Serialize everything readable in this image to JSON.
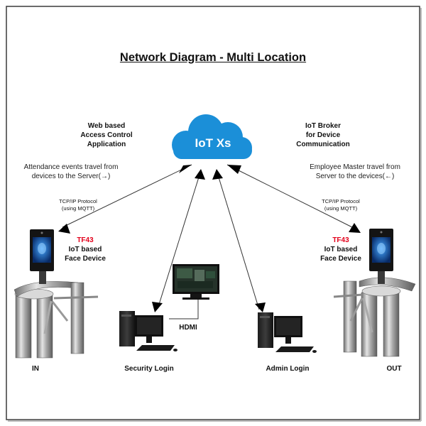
{
  "title": "Network Diagram - Multi Location",
  "cloud": {
    "label": "IoT Xs",
    "color": "#1b8fd8"
  },
  "web_app": {
    "line1": "Web based",
    "line2": "Access Control",
    "line3": "Application"
  },
  "broker": {
    "line1": "IoT Broker",
    "line2": "for Device",
    "line3": "Communication"
  },
  "events_note": {
    "line1": "Attendance events travel from",
    "line2": "devices to the Server(→)"
  },
  "master_note": {
    "line1": "Employee Master travel from",
    "line2": "Server to the devices(←)"
  },
  "protocol_left": {
    "line1": "TCP/IP Protocol",
    "line2": "(using MQTT)"
  },
  "protocol_right": {
    "line1": "TCP/IP Protocol",
    "line2": "(using MQTT)"
  },
  "device_left": {
    "model": "TF43",
    "line1": "IoT based",
    "line2": "Face Device"
  },
  "device_right": {
    "model": "TF43",
    "line1": "IoT based",
    "line2": "Face Device"
  },
  "hdmi_label": "HDMI",
  "gate_in_label": "IN",
  "gate_out_label": "OUT",
  "security_label": "Security Login",
  "admin_label": "Admin Login",
  "colors": {
    "accent_red": "#e3001b",
    "line": "#333333",
    "frame": "#3a3a3a"
  }
}
